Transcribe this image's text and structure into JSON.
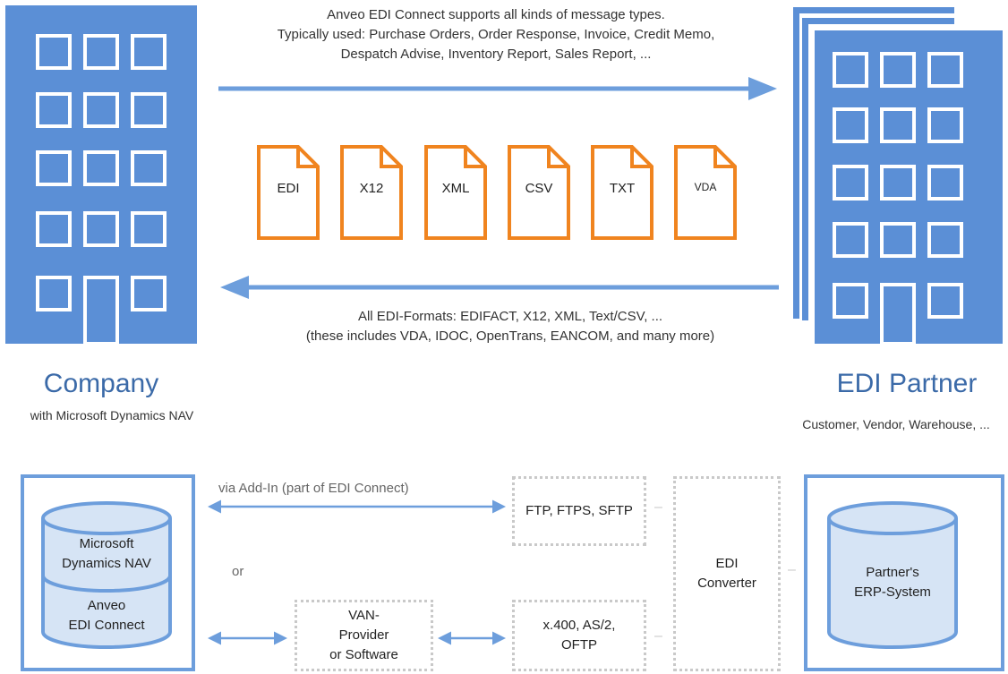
{
  "top_message": {
    "line1": "Anveo EDI Connect supports all kinds of message types.",
    "line2": "Typically used: Purchase Orders, Order Response, Invoice, Credit Memo,",
    "line3": "Despatch Advise, Inventory Report, Sales Report, ..."
  },
  "formats": [
    "EDI",
    "X12",
    "XML",
    "CSV",
    "TXT",
    "VDA"
  ],
  "bottom_message": {
    "line1": "All EDI-Formats: EDIFACT, X12, XML, Text/CSV,  ...",
    "line2": "(these includes VDA, IDOC, OpenTrans, EANCOM, and many more)"
  },
  "company": {
    "title": "Company",
    "subtitle": "with Microsoft Dynamics NAV"
  },
  "partner": {
    "title": "EDI Partner",
    "subtitle": "Customer, Vendor, Warehouse, ..."
  },
  "lower": {
    "addin_label": "via Add-In (part of EDI Connect)",
    "or_label": "or",
    "db_top": {
      "line1": "Microsoft",
      "line2": "Dynamics NAV"
    },
    "db_bottom": {
      "line1": "Anveo",
      "line2": "EDI Connect"
    },
    "ftp_box": "FTP, FTPS, SFTP",
    "x400_box": {
      "line1": "x.400, AS/2,",
      "line2": "OFTP"
    },
    "van_box": {
      "line1": "VAN-",
      "line2": "Provider",
      "line3": "or Software"
    },
    "converter_box": {
      "line1": "EDI",
      "line2": "Converter"
    },
    "partner_db": {
      "line1": "Partner's",
      "line2": "ERP-System"
    },
    "separator_dash": "–"
  },
  "colors": {
    "building": "#5b8fd6",
    "arrow": "#6d9edc",
    "file_orange": "#f0841f",
    "db_fill": "#d6e4f5",
    "db_stroke": "#6d9edc",
    "caption_blue": "#3b6aa8",
    "dotted_gray": "#c9c9c9"
  }
}
